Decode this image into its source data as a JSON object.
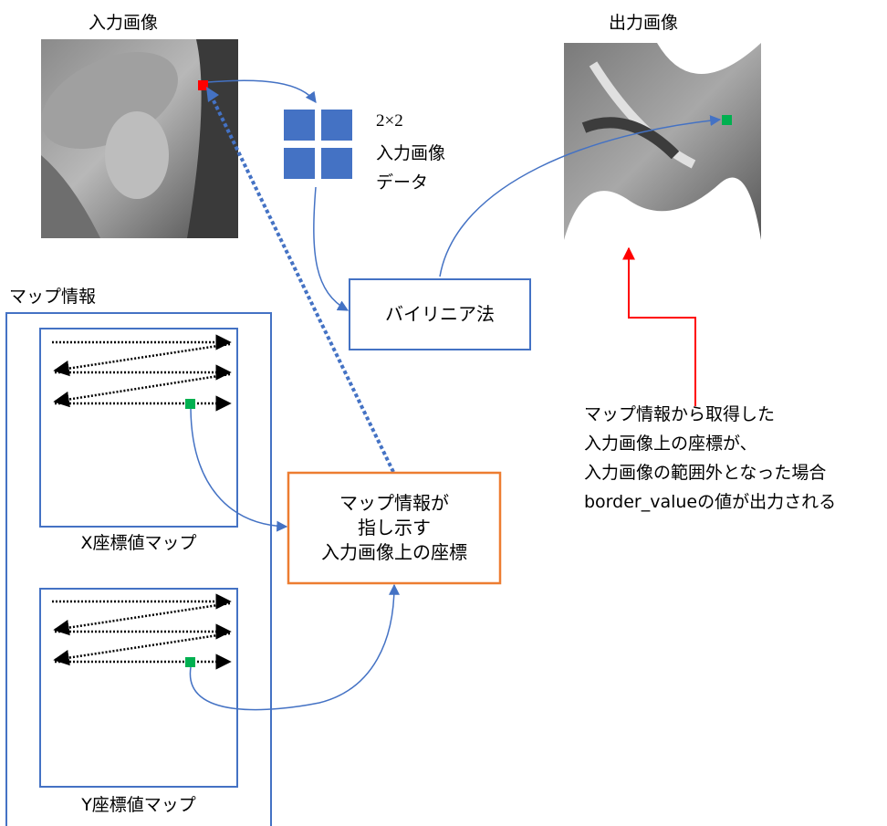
{
  "input_image": {
    "title": "入力画像"
  },
  "output_image": {
    "title": "出力画像"
  },
  "pixel_block": {
    "size_label": "2×2",
    "line1": "入力画像",
    "line2": "データ"
  },
  "bilinear_box": {
    "label": "バイリニア法"
  },
  "map_info": {
    "title": "マップ情報"
  },
  "x_map": {
    "caption": "X座標値マップ"
  },
  "y_map": {
    "caption": "Y座標値マップ"
  },
  "coord_box": {
    "line1": "マップ情報が",
    "line2": "指し示す",
    "line3": "入力画像上の座標"
  },
  "note": {
    "line1": "マップ情報から取得した",
    "line2": "入力画像上の座標が、",
    "line3": "入力画像の範囲外となった場合",
    "line4": "border_valueの値が出力される"
  },
  "colors": {
    "blue": "#4472c4",
    "orange": "#ed7d31",
    "red": "#ff0000",
    "green": "#00b050",
    "black": "#000000"
  }
}
